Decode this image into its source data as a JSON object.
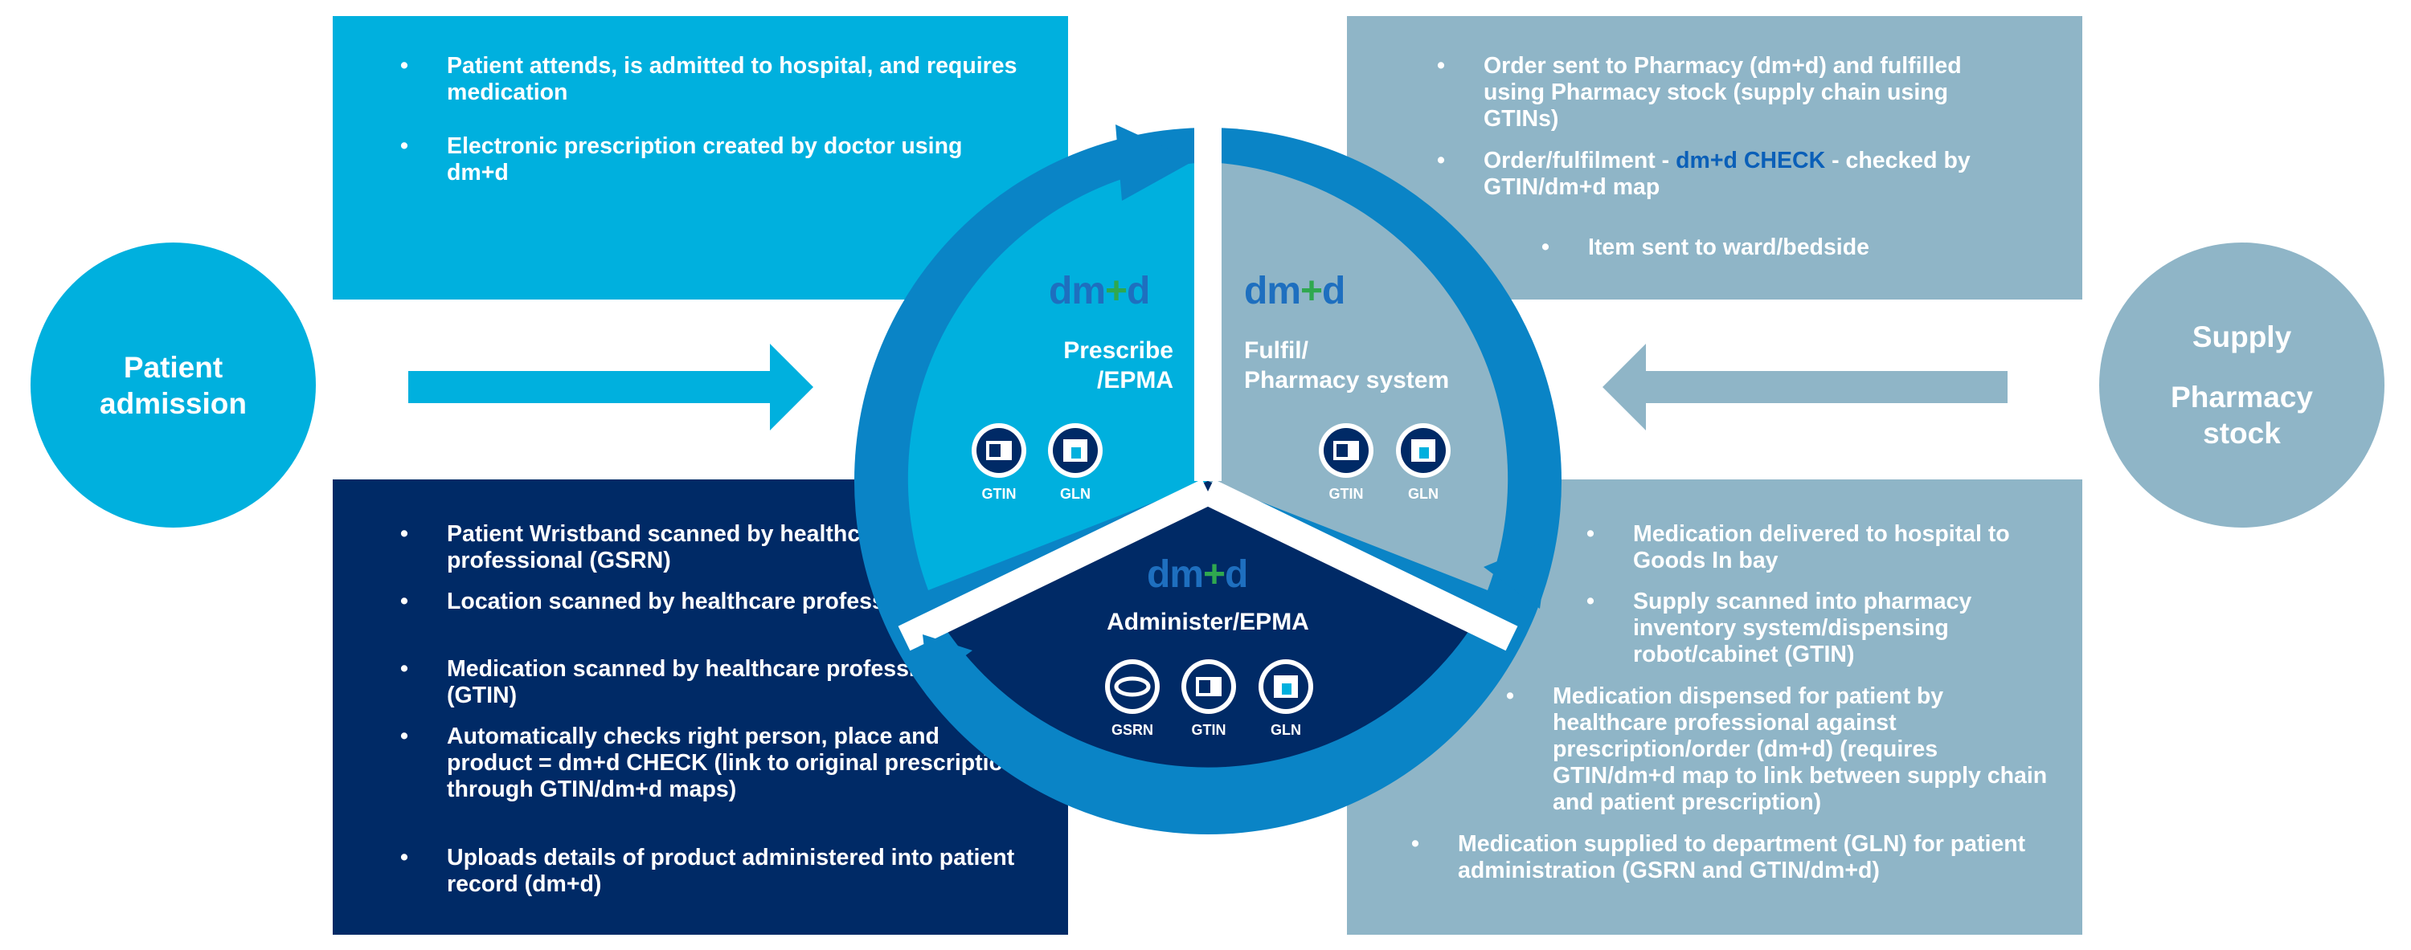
{
  "left_circle": {
    "line1": "Patient",
    "line2": "admission"
  },
  "right_circle": {
    "line1": "Supply",
    "line2": "Pharmacy",
    "line3": "stock"
  },
  "box_top_left": {
    "items": [
      "Patient attends, is admitted to hospital, and requires medication",
      "Electronic prescription created by doctor using dm+d"
    ]
  },
  "box_bottom_left": {
    "items": [
      "Patient Wristband scanned by healthcare professional (GSRN)",
      "Location scanned by healthcare professional (GLN)",
      "Medication scanned by healthcare professional (GTIN)",
      "Automatically checks right person, place and product = dm+d CHECK (link to original prescription through GTIN/dm+d maps)",
      "Uploads details of product administered into patient record (dm+d)"
    ]
  },
  "box_top_right": {
    "item1": "Order sent to Pharmacy (dm+d) and fulfilled using Pharmacy stock (supply chain using GTINs)",
    "item2_before": "Order/fulfilment - ",
    "item2_highlight": "dm+d CHECK",
    "item2_after": " - checked by GTIN/dm+d map",
    "item3": "Item sent to ward/bedside"
  },
  "box_bottom_right": {
    "items": [
      "Medication delivered to hospital to Goods In bay",
      "Supply scanned into pharmacy inventory system/dispensing robot/cabinet (GTIN)",
      "Medication dispensed for patient by healthcare professional against prescription/order (dm+d) (requires GTIN/dm+d map to link between supply chain and patient prescription)",
      "Medication supplied to department (GLN) for patient administration (GSRN and GTIN/dm+d)"
    ]
  },
  "logo": {
    "dm": "dm",
    "plus": "+",
    "d": "d"
  },
  "segments": {
    "prescribe": {
      "line1": "Prescribe",
      "line2": "/EPMA"
    },
    "fulfil": {
      "line1": "Fulfil/",
      "line2": "Pharmacy system"
    },
    "administer": {
      "label": "Administer/EPMA"
    }
  },
  "icons": {
    "gtin": "GTIN",
    "gln": "GLN",
    "gsrn": "GSRN"
  },
  "colors": {
    "light_blue": "#00b0de",
    "navy": "#002a66",
    "grey_blue": "#8fb5c7",
    "ring_blue": "#0a84c6",
    "logo_blue": "#1e6fbf",
    "logo_green": "#2fa84f"
  }
}
